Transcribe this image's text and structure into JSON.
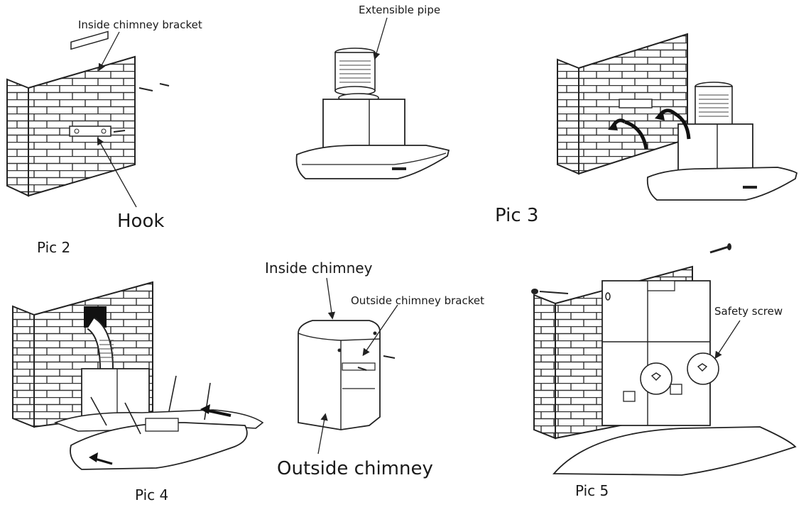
{
  "labels": {
    "inside_chimney_bracket": "Inside chimney bracket",
    "extensible_pipe": "Extensible pipe",
    "hook": "Hook",
    "pic2": "Pic 2",
    "pic3": "Pic 3",
    "inside_chimney": "Inside chimney",
    "outside_chimney_bracket": "Outside chimney bracket",
    "safety_screw": "Safety screw",
    "outside_chimney": "Outside chimney",
    "pic4": "Pic 4",
    "pic5": "Pic 5"
  },
  "colors": {
    "line": "#2b2b2b",
    "background": "#ffffff"
  }
}
